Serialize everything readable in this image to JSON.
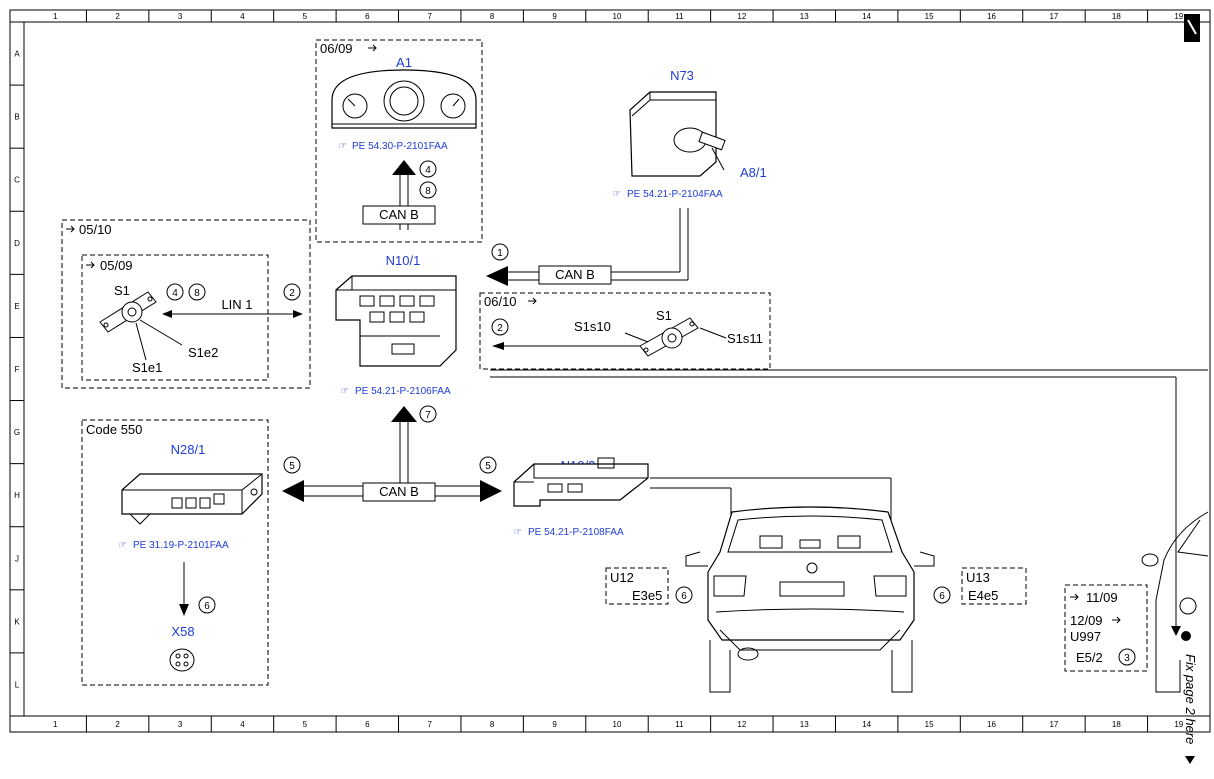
{
  "grid": {
    "columns": [
      "1",
      "2",
      "3",
      "4",
      "5",
      "6",
      "7",
      "8",
      "9",
      "10",
      "11",
      "12",
      "13",
      "14",
      "15",
      "16",
      "17",
      "18",
      "19"
    ],
    "rows": [
      "A",
      "B",
      "C",
      "D",
      "E",
      "F",
      "G",
      "H",
      "J",
      "K",
      "L"
    ]
  },
  "a1": {
    "date": "06/09",
    "label": "A1",
    "ref": "PE 54.30-P-2101FAA",
    "num1": "4",
    "num2": "8",
    "bus": "CAN B"
  },
  "n73": {
    "label": "N73",
    "sub": "A8/1",
    "ref": "PE 54.21-P-2104FAA"
  },
  "can_n73": {
    "num": "1",
    "bus": "CAN B"
  },
  "s1_left": {
    "date": "05/10",
    "inner_date": "05/09",
    "label": "S1",
    "num1": "4",
    "num2": "8",
    "link": "LIN 1",
    "num_link": "2",
    "e2": "S1e2",
    "e1": "S1e1"
  },
  "n10_1": {
    "label": "N10/1",
    "ref": "PE 54.21-P-2106FAA",
    "num": "7"
  },
  "s1_right": {
    "date": "06/10",
    "label": "S1",
    "s10": "S1s10",
    "s11": "S1s11",
    "num": "2"
  },
  "code550": {
    "title": "Code 550",
    "label": "N28/1",
    "ref": "PE 31.19-P-2101FAA",
    "num": "6",
    "x58": "X58"
  },
  "can_bottom": {
    "bus": "CAN B",
    "num_left": "5",
    "num_right": "5"
  },
  "n10_2": {
    "label": "N10/2",
    "ref": "PE 54.21-P-2108FAA"
  },
  "u12": {
    "title": "U12",
    "code": "E3e5",
    "num": "6"
  },
  "u13": {
    "title": "U13",
    "code": "E4e5",
    "num": "6"
  },
  "u997": {
    "date1": "11/09",
    "date2": "12/09",
    "title": "U997",
    "code": "E5/2",
    "num": "3"
  },
  "side_note": "Fix page 2 here"
}
